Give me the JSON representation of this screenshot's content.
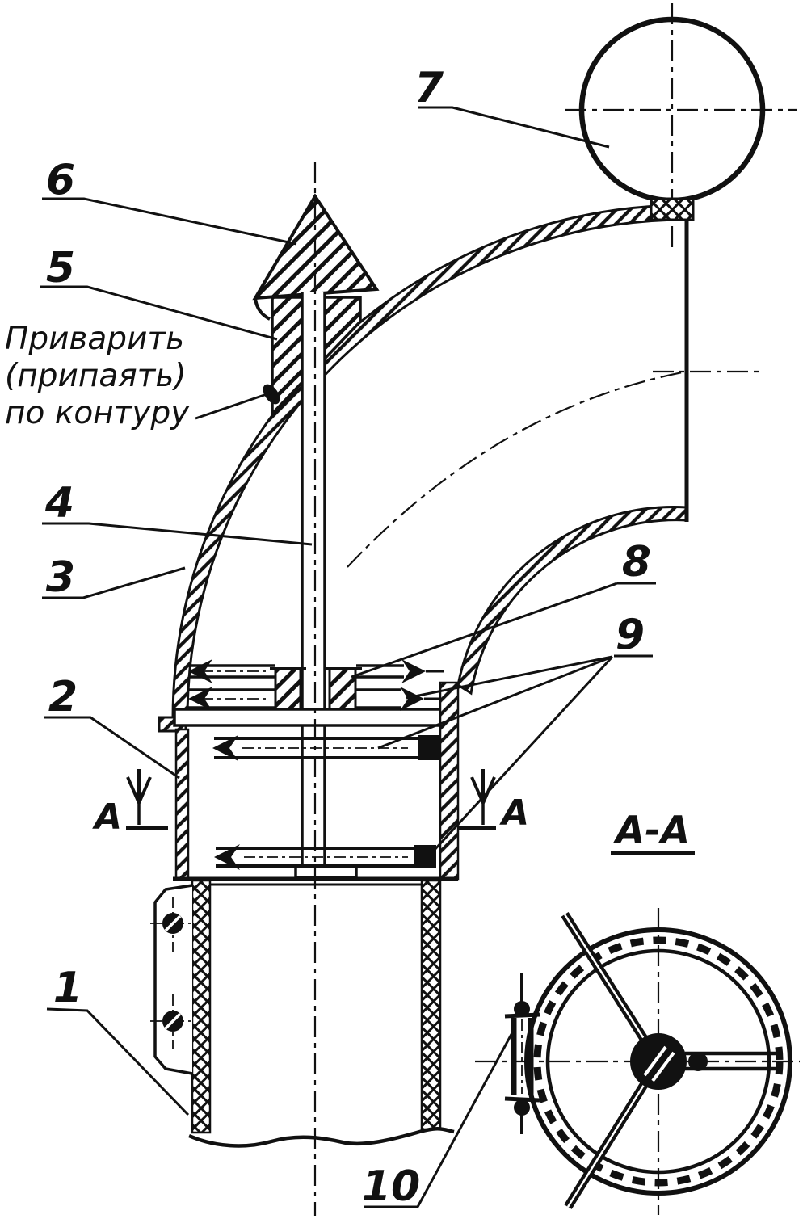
{
  "drawing": {
    "type": "technical-section-drawing",
    "language": "ru"
  },
  "colors": {
    "ink": "#111111",
    "paper": "#ffffff"
  },
  "note": {
    "line1": "Приварить",
    "line2": "(припаять)",
    "line3": "по контуру"
  },
  "callouts": [
    {
      "label": "1"
    },
    {
      "label": "2"
    },
    {
      "label": "3"
    },
    {
      "label": "4"
    },
    {
      "label": "5"
    },
    {
      "label": "6"
    },
    {
      "label": "7"
    },
    {
      "label": "8"
    },
    {
      "label": "9"
    },
    {
      "label": "10"
    }
  ],
  "section": {
    "cut_label": "А",
    "view_label": "А-А"
  }
}
